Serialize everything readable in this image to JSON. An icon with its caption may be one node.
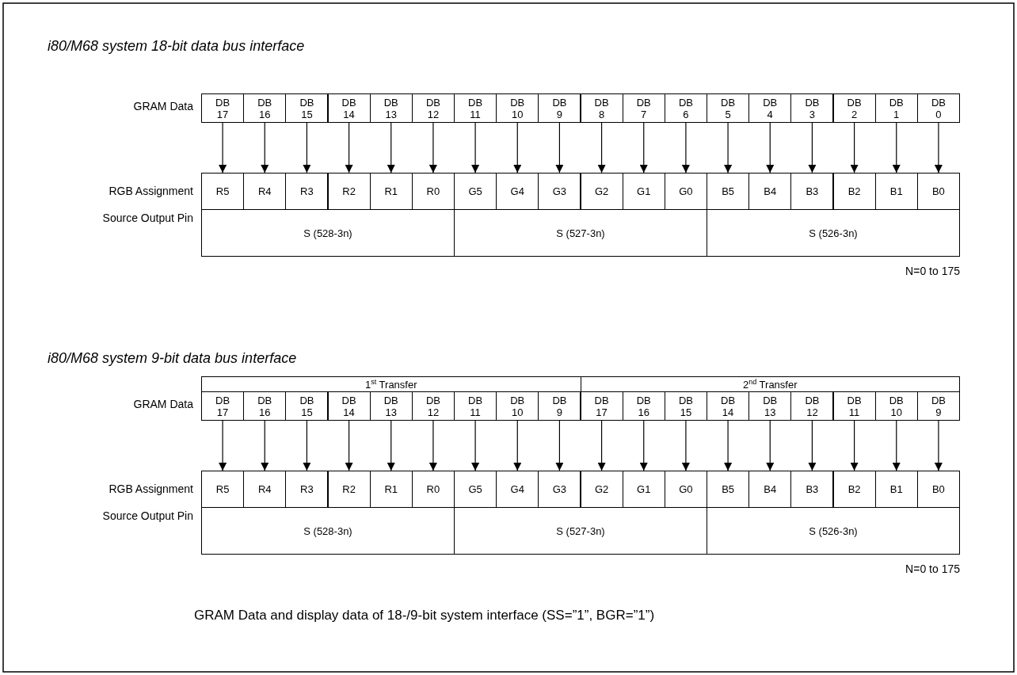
{
  "diagram": {
    "caption": "GRAM Data and display data of 18-/9-bit system interface (SS=”1”, BGR=”1”)",
    "nodes": [
      {
        "text": [
          "DB 17"
        ]
      },
      {
        "text": [
          "DB 16"
        ]
      },
      {
        "text": [
          "DB 15"
        ]
      },
      {
        "text": [
          "DB 14"
        ]
      },
      {
        "text": [
          "DB 13"
        ]
      },
      {
        "text": [
          "DB 12"
        ]
      },
      {
        "text": [
          "DB 11"
        ]
      },
      {
        "text": [
          "DB 10"
        ]
      },
      {
        "text": [
          "DB 9"
        ]
      },
      {
        "text": [
          "DB 8"
        ]
      },
      {
        "text": [
          "DB 7"
        ]
      },
      {
        "text": [
          "DB 6"
        ]
      },
      {
        "text": [
          "DB 5"
        ]
      },
      {
        "text": [
          "DB 4"
        ]
      },
      {
        "text": [
          "DB 3"
        ]
      },
      {
        "text": [
          "DB 2"
        ]
      },
      {
        "text": [
          "DB 1"
        ]
      },
      {
        "text": [
          "DB 0"
        ]
      },
      {
        "text": [
          "R5"
        ]
      },
      {
        "text": [
          "R4"
        ]
      },
      {
        "text": [
          "R3"
        ]
      },
      {
        "text": [
          "R2"
        ]
      },
      {
        "text": [
          "R1"
        ]
      },
      {
        "text": [
          "R0"
        ]
      },
      {
        "text": [
          "G5"
        ]
      },
      {
        "text": [
          "G4"
        ]
      },
      {
        "text": [
          "G3"
        ]
      },
      {
        "text": [
          "G2"
        ]
      },
      {
        "text": [
          "G1"
        ]
      },
      {
        "text": [
          "G0"
        ]
      },
      {
        "text": [
          "B5"
        ]
      },
      {
        "text": [
          "B4"
        ]
      },
      {
        "text": [
          "B3"
        ]
      },
      {
        "text": [
          "B2"
        ]
      },
      {
        "text": [
          "B1"
        ]
      },
      {
        "text": [
          "B0"
        ]
      },
      {
        "text": [
          "S (528-3n)"
        ]
      },
      {
        "text": [
          "S (527-3n)"
        ]
      },
      {
        "text": [
          "S (526-3n)"
        ]
      },
      {
        "text": [
          "1$^{st}$ Transfer"
        ]
      },
      {
        "text": [
          "2$^{nd}$ Transfer"
        ]
      },
      {
        "text": [
          "DB 17"
        ]
      },
      {
        "text": [
          "DB 16"
        ]
      },
      {
        "text": [
          "DB 15"
        ]
      },
      {
        "text": [
          "DB 14"
        ]
      },
      {
        "text": [
          "DB 13"
        ]
      },
      {
        "text": [
          "DB 12"
        ]
      },
      {
        "text": [
          "DB 11"
        ]
      },
      {
        "text": [
          "DB 10"
        ]
      },
      {
        "text": [
          "DB 9"
        ]
      },
      {
        "text": [
          "DB 17"
        ]
      },
      {
        "text": [
          "DB 16"
        ]
      },
      {
        "text": [
          "DB 15"
        ]
      },
      {
        "text": [
          "DB 14"
        ]
      },
      {
        "text": [
          "DB 13"
        ]
      },
      {
        "text": [
          "DB 12"
        ]
      },
      {
        "text": [
          "DB 11"
        ]
      },
      {
        "text": [
          "DB 10"
        ]
      },
      {
        "text": [
          "DB 9"
        ]
      },
      {
        "text": [
          "R5"
        ]
      },
      {
        "text": [
          "R4"
        ]
      },
      {
        "text": [
          "R3"
        ]
      },
      {
        "text": [
          "R2"
        ]
      },
      {
        "text": [
          "R1"
        ]
      },
      {
        "text": [
          "R0"
        ]
      },
      {
        "text": [
          "G5"
        ]
      },
      {
        "text": [
          "G4"
        ]
      },
      {
        "text": [
          "G3"
        ]
      },
      {
        "text": [
          "G2"
        ]
      },
      {
        "text": [
          "G1"
        ]
      },
      {
        "text": [
          "G0"
        ]
      },
      {
        "text": [
          "B5"
        ]
      },
      {
        "text": [
          "B4"
        ]
      },
      {
        "text": [
          "B3"
        ]
      },
      {
        "text": [
          "B2"
        ]
      },
      {
        "text": [
          "B1"
        ]
      },
      {
        "text": [
          "B0"
        ]
      },
      {
        "text": [
          "S (528-3n)"
        ]
      },
      {
        "text": [
          "S (527-3n)"
        ]
      },
      {
        "text": [
          "S (526-3n)"
        ]
      }
    ],
    "edges": [
      {
        "from": 0,
        "to": 18,
        "arrow": "to"
      },
      {
        "from": 1,
        "to": 19,
        "arrow": "to"
      },
      {
        "from": 2,
        "to": 20,
        "arrow": "to"
      },
      {
        "from": 3,
        "to": 21,
        "arrow": "to"
      },
      {
        "from": 4,
        "to": 22,
        "arrow": "to"
      },
      {
        "from": 5,
        "to": 23,
        "arrow": "to"
      },
      {
        "from": 6,
        "to": 24,
        "arrow": "to"
      },
      {
        "from": 7,
        "to": 25,
        "arrow": "to"
      },
      {
        "from": 8,
        "to": 26,
        "arrow": "to"
      },
      {
        "from": 9,
        "to": 27,
        "arrow": "to"
      },
      {
        "from": 10,
        "to": 28,
        "arrow": "to"
      },
      {
        "from": 11,
        "to": 29,
        "arrow": "to"
      },
      {
        "from": 12,
        "to": 30,
        "arrow": "to"
      },
      {
        "from": 13,
        "to": 31,
        "arrow": "to"
      },
      {
        "from": 14,
        "to": 32,
        "arrow": "to"
      },
      {
        "from": 15,
        "to": 33,
        "arrow": "to"
      },
      {
        "from": 16,
        "to": 34,
        "arrow": "to"
      },
      {
        "from": 17,
        "to": 35,
        "arrow": "to"
      },
      {
        "from": 41,
        "to": 59,
        "arrow": "to"
      },
      {
        "from": 42,
        "to": 60,
        "arrow": "to"
      },
      {
        "from": 43,
        "to": 61,
        "arrow": "to"
      },
      {
        "from": 44,
        "to": 62,
        "arrow": "to"
      },
      {
        "from": 45,
        "to": 63,
        "arrow": "to"
      },
      {
        "from": 46,
        "to": 64,
        "arrow": "to"
      },
      {
        "from": 47,
        "to": 65,
        "arrow": "to"
      },
      {
        "from": 48,
        "to": 66,
        "arrow": "to"
      },
      {
        "from": 49,
        "to": 67,
        "arrow": "to"
      },
      {
        "from": 50,
        "to": 68,
        "arrow": "to"
      },
      {
        "from": 51,
        "to": 69,
        "arrow": "to"
      },
      {
        "from": 52,
        "to": 70,
        "arrow": "to"
      },
      {
        "from": 53,
        "to": 71,
        "arrow": "to"
      },
      {
        "from": 54,
        "to": 72,
        "arrow": "to"
      },
      {
        "from": 55,
        "to": 73,
        "arrow": "to"
      },
      {
        "from": 56,
        "to": 74,
        "arrow": "to"
      },
      {
        "from": 57,
        "to": 75,
        "arrow": "to"
      },
      {
        "from": 58,
        "to": 76,
        "arrow": "to"
      }
    ],
    "labels": [
      "i80/M68 system 18-bit data bus interface",
      "GRAM Data",
      "RGB Assignment",
      "Source Output Pin",
      "N=0 to 175",
      "i80/M68 system 9-bit data bus interface",
      "GRAM Data",
      "RGB Assignment",
      "Source Output Pin",
      "N=0 to 175"
    ]
  }
}
